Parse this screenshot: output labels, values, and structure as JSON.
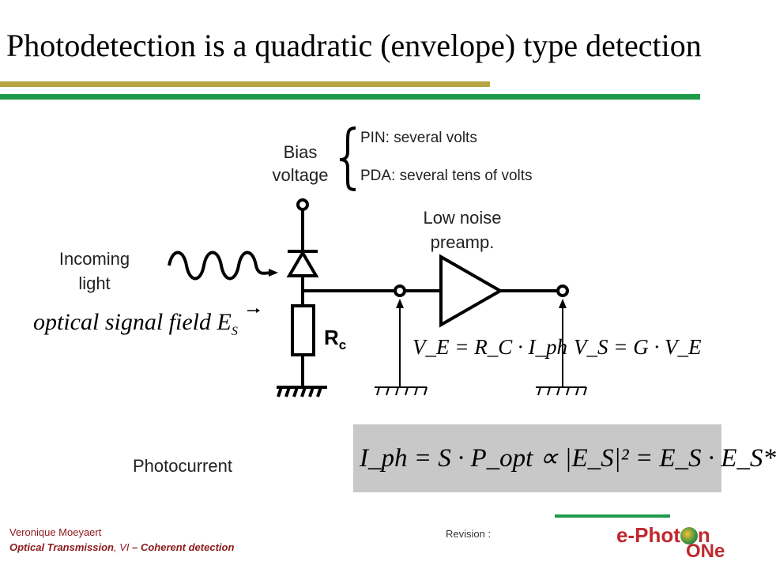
{
  "title": "Photodetection is a quadratic (envelope) type detection",
  "colors": {
    "olive_bar": "#b5a642",
    "green_bar": "#1f9a4a",
    "footer_text": "#8b1a1a",
    "logo_red": "#c0282d"
  },
  "labels": {
    "bias": "Bias voltage",
    "bias_line1": "Bias",
    "bias_line2": "voltage",
    "pin": "PIN: several volts",
    "pda": "PDA: several tens of volts",
    "preamp_line1": "Low noise",
    "preamp_line2": "preamp.",
    "incoming_line1": "Incoming",
    "incoming_line2": "light",
    "optical_field": "optical signal field E",
    "optical_field_sub": "S",
    "rc": "R",
    "rc_sub": "c",
    "ve_eq": "V_E = R_C · I_ph",
    "vs_eq": "V_S = G · V_E",
    "photocurrent": "Photocurrent",
    "photocurrent_eq": "I_ph = S · P_opt ∝ |E_S|² = E_S · E_S*"
  },
  "footer": {
    "author": "Veronique Moeyaert",
    "course_bold": "Optical Transmission",
    "course_rest_italic": ", VI",
    "course_tail": " – Coherent detection",
    "revision": "Revision :"
  },
  "logo": {
    "text_part1": "e-Phot",
    "text_part2": "n",
    "text_part3": "ONe"
  },
  "icons": {
    "light_wave": "sine-wave-arrow-icon",
    "diode": "photodiode-icon",
    "resistor": "resistor-icon",
    "amplifier": "amplifier-triangle-icon",
    "ground": "ground-icon",
    "brace": "curly-brace-icon"
  }
}
